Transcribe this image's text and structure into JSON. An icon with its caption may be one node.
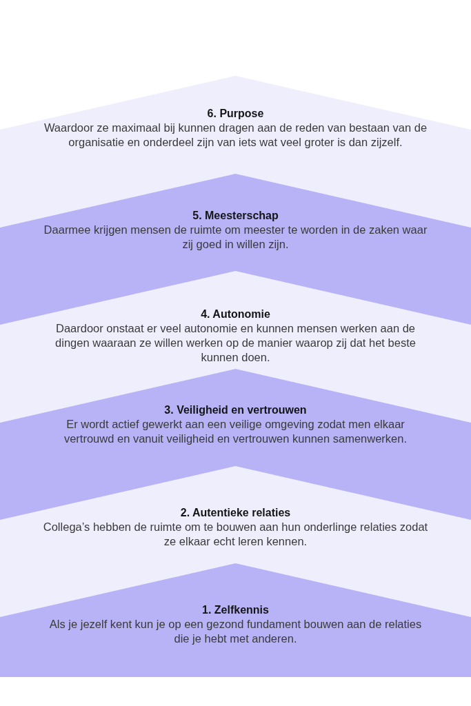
{
  "diagram": {
    "nodes": [
      {
        "text": [
          "6. Purpose",
          "Waardoor ze maximaal bij kunnen dragen aan de reden van bestaan van de organisatie en onderdeel zijn van iets wat veel groter is dan zijzelf."
        ]
      },
      {
        "text": [
          "5. Meesterschap",
          "Daarmee krijgen mensen de ruimte om meester te worden in de zaken waar zij goed in willen zijn."
        ]
      },
      {
        "text": [
          "4. Autonomie",
          "Daardoor onstaat er veel autonomie en kunnen mensen werken aan de dingen waaraan ze willen werken op de manier waarop zij dat het beste kunnen doen."
        ]
      },
      {
        "text": [
          "3. Veiligheid en vertrouwen",
          "Er wordt actief gewerkt aan een veilige omgeving zodat men elkaar vertrouwd en vanuit veiligheid en vertrouwen kunnen samenwerken."
        ]
      },
      {
        "text": [
          "2. Autentieke relaties",
          "Collega’s hebben de ruimte om te bouwen aan hun onderlinge relaties zodat ze elkaar echt leren kennen."
        ]
      },
      {
        "text": [
          "1. Zelfkennis",
          "Als je jezelf kent kun je op een gezond fundament bouwen aan de relaties die je hebt met anderen."
        ]
      }
    ]
  }
}
